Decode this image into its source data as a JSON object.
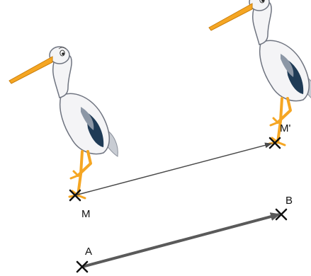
{
  "figure": {
    "points": {
      "M": {
        "label": "M"
      },
      "M_prime": {
        "label": "M'"
      },
      "A": {
        "label": "A"
      },
      "B": {
        "label": "B"
      }
    },
    "colors": {
      "vector_ab": "#5a5a5a",
      "vector_mm": "#4a4a4a",
      "cross": "#111111",
      "beak": "#f5a623",
      "legs": "#f5a623",
      "body": "#f4f4f6",
      "body_outline": "#6f7480",
      "wing_dark": "#1f3b56",
      "wing_mid": "#8c97a6"
    },
    "icons": [
      "stork-illustration",
      "stork-translated-illustration",
      "cross-mark"
    ]
  }
}
